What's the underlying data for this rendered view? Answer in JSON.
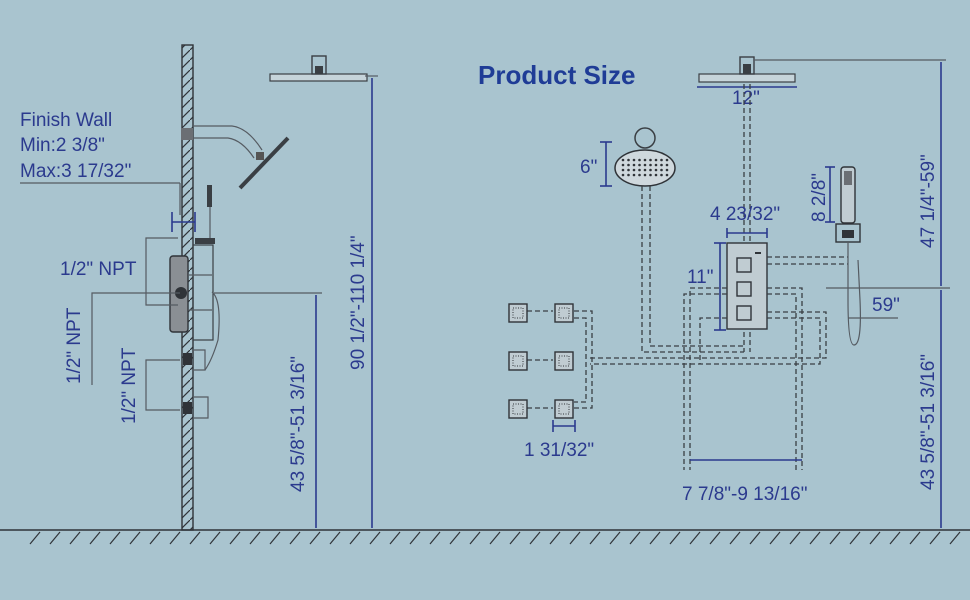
{
  "title": "Product Size",
  "labels": {
    "finish_wall": "Finish Wall",
    "finish_wall_min": "Min:2 3/8\"",
    "finish_wall_max": "Max:3 17/32\"",
    "npt_a": "1/2\" NPT",
    "npt_b": "1/2\" NPT",
    "npt_c": "1/2\" NPT",
    "height_total": "90 1/2\"-110 1/4\"",
    "height_valve_left": "43 5/8\"-51 3/16\"",
    "head_width": "12\"",
    "round_head": "6\"",
    "valve_width": "4 23/32\"",
    "hand_shower": "8 2/8\"",
    "head_height": "47 1/4\"-59\"",
    "valve_height": "11\"",
    "hose": "59\"",
    "height_valve_right": "43 5/8\"-51 3/16\"",
    "jet_spacing": "1 31/32\"",
    "pipe_spacing": "7 7/8\"-9 13/16\""
  },
  "colors": {
    "background": "#a9c4cf",
    "dimension_text": "#2b3a8e",
    "title": "#1f3c96",
    "drawing_lines": "#3a3f44"
  },
  "icons": [
    "rain-shower-head-icon",
    "round-shower-head-icon",
    "hand-shower-icon",
    "thermostatic-valve-icon",
    "body-jet-icon",
    "wall-section-icon",
    "floor-hatch-icon"
  ]
}
